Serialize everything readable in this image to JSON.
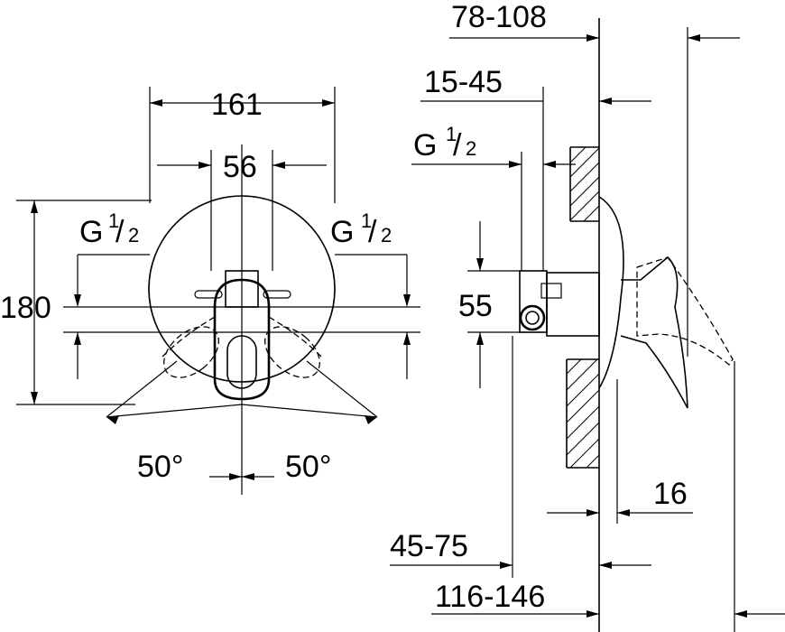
{
  "front_view": {
    "width_overall": "161",
    "width_inner": "56",
    "height_overall": "180",
    "thread_left": {
      "g": "G",
      "num": "1",
      "den": "2"
    },
    "thread_right": {
      "g": "G",
      "num": "1",
      "den": "2"
    },
    "angle_left": "50°",
    "angle_right": "50°"
  },
  "side_view": {
    "depth_total": "78-108",
    "depth_valve": "15-45",
    "thread": {
      "g": "G",
      "num": "1",
      "den": "2"
    },
    "body_height": "55",
    "lever_offset": "16",
    "min_install": "45-75",
    "total_projection": "116-146"
  }
}
